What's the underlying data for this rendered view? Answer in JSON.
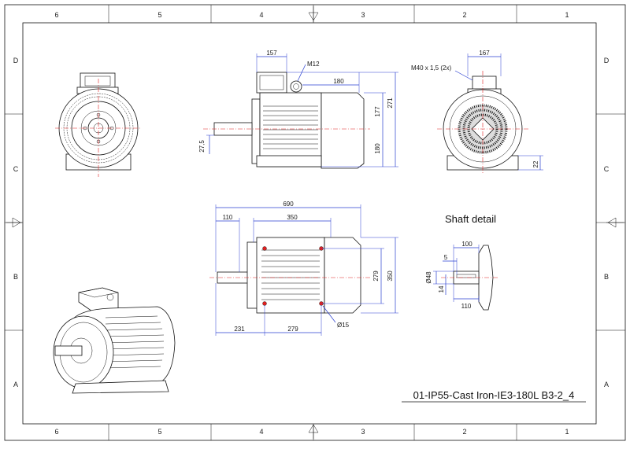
{
  "title_block": {
    "drawing_number": "01-IP55-Cast Iron-IE3-180L B3-2_4"
  },
  "labels": {
    "shaft_detail": "Shaft detail"
  },
  "zones": {
    "columns": [
      "6",
      "5",
      "4",
      "3",
      "2",
      "1"
    ],
    "rows": [
      "D",
      "C",
      "B",
      "A"
    ]
  },
  "side_view": {
    "terminal_box_width": "157",
    "lifting_eye_thread": "M12",
    "box_offset": "180",
    "total_height": "271",
    "box_height": "177",
    "shaft_height": "180",
    "shaft_radius": "27,5"
  },
  "end_view": {
    "box_width": "167",
    "cable_gland": "M40 x 1,5 (2x)",
    "foot_thickness": "22"
  },
  "top_view": {
    "overall_length": "690",
    "shaft_length": "110",
    "foot_span": "350",
    "foot_length": "279",
    "foot_width": "279",
    "overall_width": "350",
    "shaft_to_foot": "231",
    "hole_diameter": "Ø15"
  },
  "shaft": {
    "overall": "100",
    "key_offset": "5",
    "diameter": "Ø48",
    "key_width": "14",
    "length": "110"
  }
}
